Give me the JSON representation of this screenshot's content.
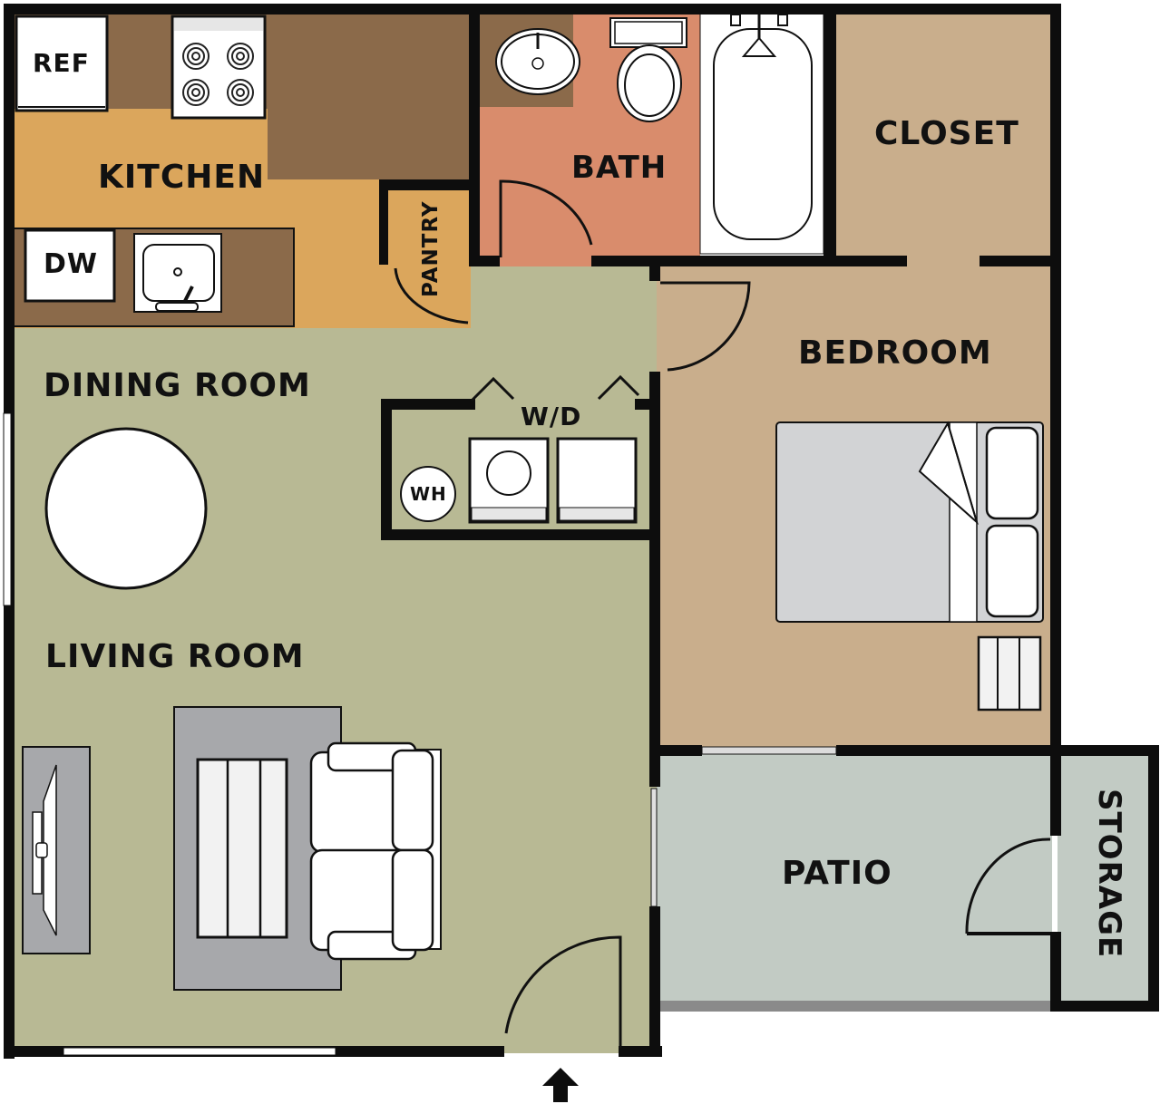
{
  "floorplan": {
    "colors": {
      "wall": "#0d0d0d",
      "kitchen_floor": "#dba65c",
      "cabinet": "#8b6a4a",
      "bath_floor": "#d98c6c",
      "bedroom_floor": "#c9ae8c",
      "closet_floor": "#c9ae8c",
      "living_floor": "#b8b994",
      "patio_floor": "#c2cbc4",
      "rug": "#a7a8ab",
      "bed": "#d2d3d5",
      "fixture": "#ffffff"
    },
    "rooms": {
      "kitchen": "KITCHEN",
      "pantry": "PANTRY",
      "bath": "BATH",
      "closet": "CLOSET",
      "bedroom": "BEDROOM",
      "dining_room": "DINING ROOM",
      "living_room": "LIVING ROOM",
      "patio": "PATIO",
      "storage": "STORAGE"
    },
    "appliances": {
      "refrigerator": "REF",
      "dishwasher": "DW",
      "washer_dryer": "W/D",
      "water_heater": "WH"
    }
  }
}
